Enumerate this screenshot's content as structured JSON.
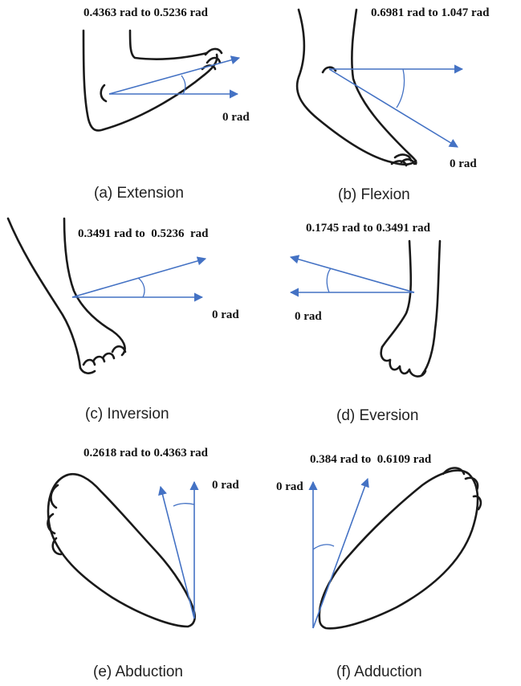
{
  "panels": [
    {
      "id": "a",
      "range_label": "0.4363 rad to 0.5236 rad",
      "zero_label": "0 rad",
      "caption": "(a) Extension"
    },
    {
      "id": "b",
      "range_label": "0.6981 rad to 1.047 rad",
      "zero_label": "0 rad",
      "caption": "(b) Flexion"
    },
    {
      "id": "c",
      "range_label": "0.3491 rad to  0.5236  rad",
      "zero_label": "0 rad",
      "caption": "(c) Inversion"
    },
    {
      "id": "d",
      "range_label": "0.1745 rad to 0.3491 rad",
      "zero_label": "0 rad",
      "caption": "(d) Eversion"
    },
    {
      "id": "e",
      "range_label": "0.2618 rad to 0.4363 rad",
      "zero_label": "0 rad",
      "caption": "(e) Abduction"
    },
    {
      "id": "f",
      "range_label": "0.384 rad to  0.6109 rad",
      "zero_label": "0 rad",
      "caption": "(f) Adduction"
    }
  ],
  "colors": {
    "arrow": "#4472c4",
    "outline": "#1a1a1a"
  }
}
